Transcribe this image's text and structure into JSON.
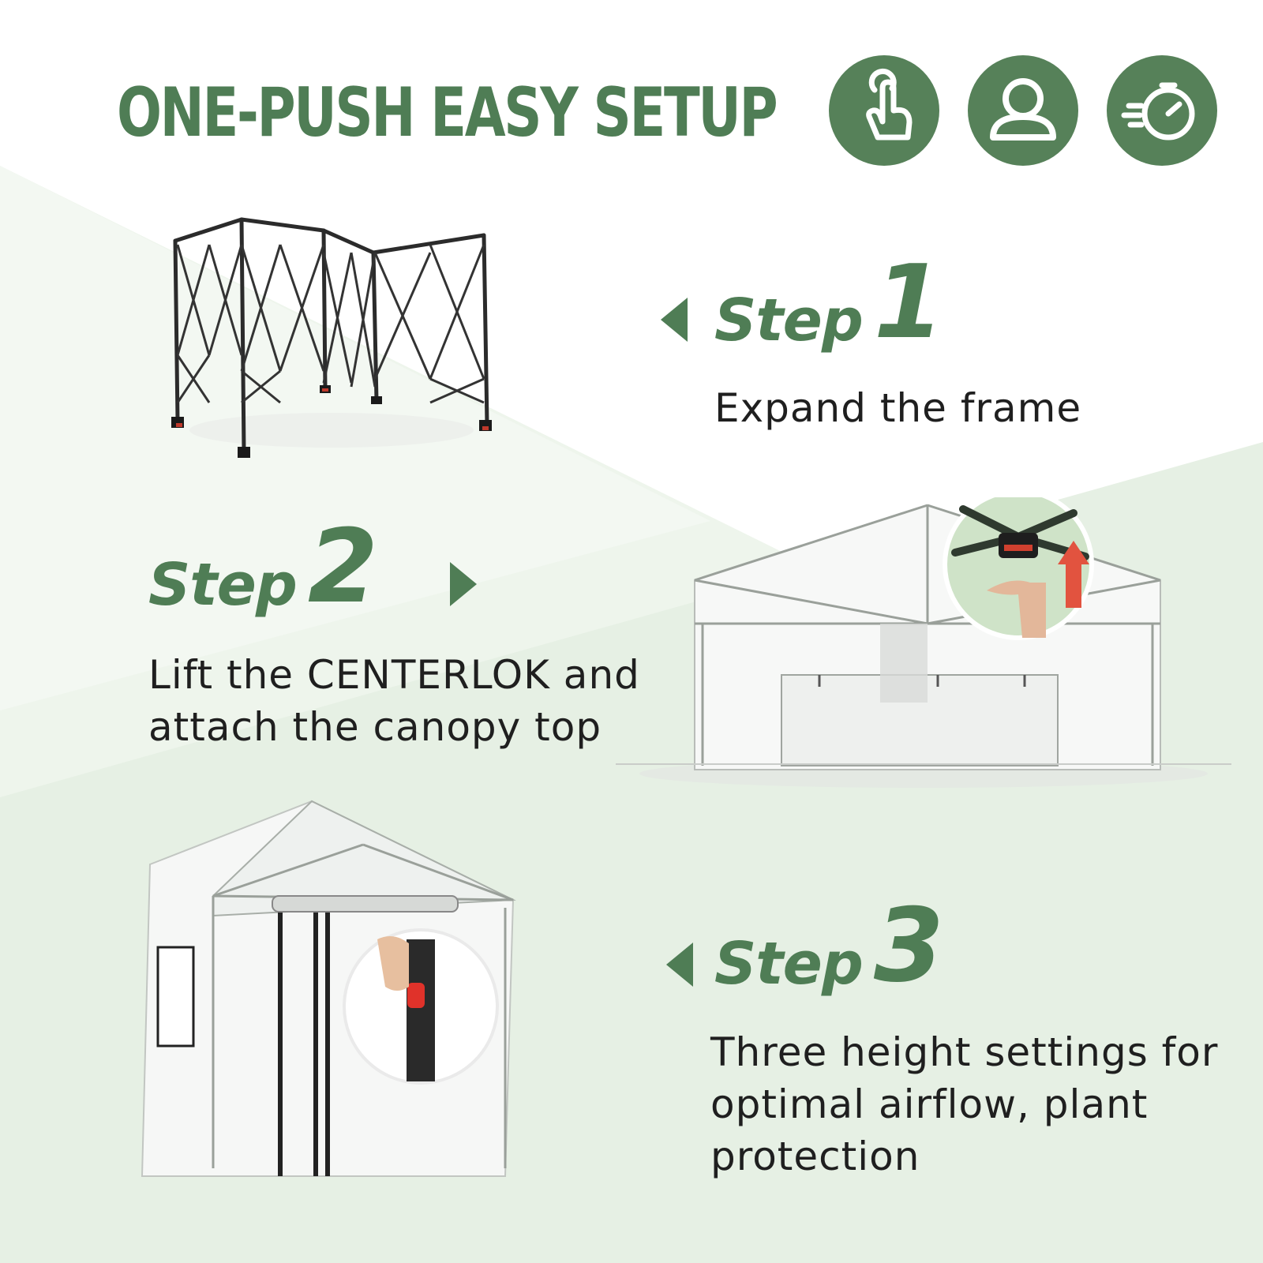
{
  "title": "ONE-PUSH EASY SETUP",
  "badges": [
    {
      "icon": "tap-finger-icon"
    },
    {
      "icon": "single-person-icon"
    },
    {
      "icon": "fast-stopwatch-icon"
    }
  ],
  "steps": [
    {
      "word": "Step",
      "number": "1",
      "description_lines": [
        "Expand the frame"
      ],
      "arrow": "left"
    },
    {
      "word": "Step",
      "number": "2",
      "description_lines": [
        "Lift the CENTERLOK and",
        "attach the canopy top"
      ],
      "arrow": "right"
    },
    {
      "word": "Step",
      "number": "3",
      "description_lines": [
        "Three height settings for",
        "optimal airflow, plant",
        "protection"
      ],
      "arrow": "left"
    }
  ],
  "colors": {
    "accent": "#4f7d55",
    "badge": "#568159",
    "background_tint": "#e8f1e7",
    "text": "#1f1f1f"
  }
}
